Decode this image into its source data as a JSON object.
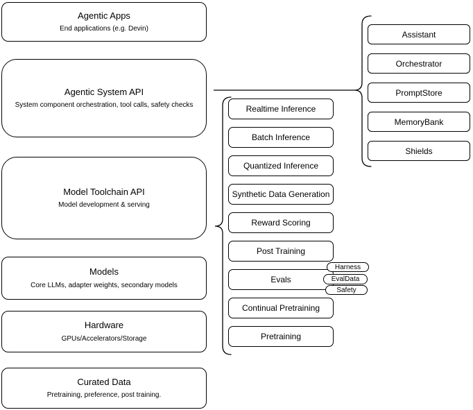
{
  "diagram": {
    "left_stack": [
      {
        "title": "Agentic Apps",
        "subtitle": "End applications (e.g. Devin)"
      },
      {
        "title": "Agentic System API",
        "subtitle": "System component orchestration, tool calls, safety checks"
      },
      {
        "title": "Model Toolchain API",
        "subtitle": "Model development & serving"
      },
      {
        "title": "Models",
        "subtitle": "Core LLMs, adapter weights, secondary models"
      },
      {
        "title": "Hardware",
        "subtitle": "GPUs/Accelerators/Storage"
      },
      {
        "title": "Curated Data",
        "subtitle": "Pretraining, preference, post training."
      }
    ],
    "toolchain_components": [
      "Realtime Inference",
      "Batch Inference",
      "Quantized Inference",
      "Synthetic Data Generation",
      "Reward Scoring",
      "Post Training",
      "Evals",
      "Continual Pretraining",
      "Pretraining"
    ],
    "eval_tags": [
      "Harness",
      "EvalData",
      "Safety"
    ],
    "system_components": [
      "Assistant",
      "Orchestrator",
      "PromptStore",
      "MemoryBank",
      "Shields"
    ],
    "colors": {
      "stroke": "#000000",
      "background": "#ffffff"
    }
  }
}
